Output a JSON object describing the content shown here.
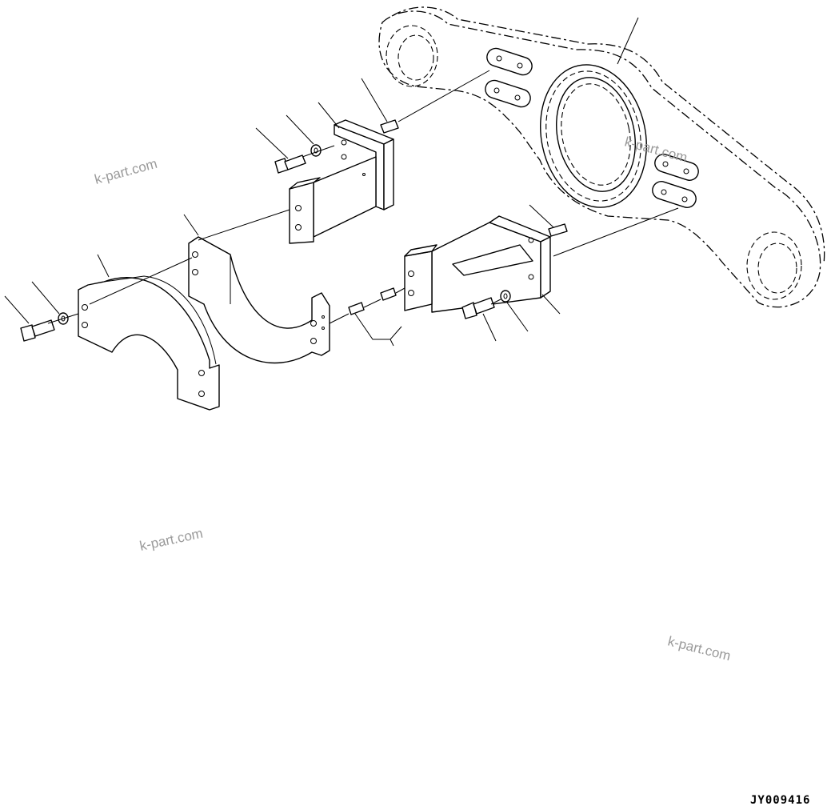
{
  "watermarks": [
    "k-part.com",
    "k-part.com",
    "k-part.com",
    "k-part.com"
  ],
  "drawing_code": "JY009416"
}
